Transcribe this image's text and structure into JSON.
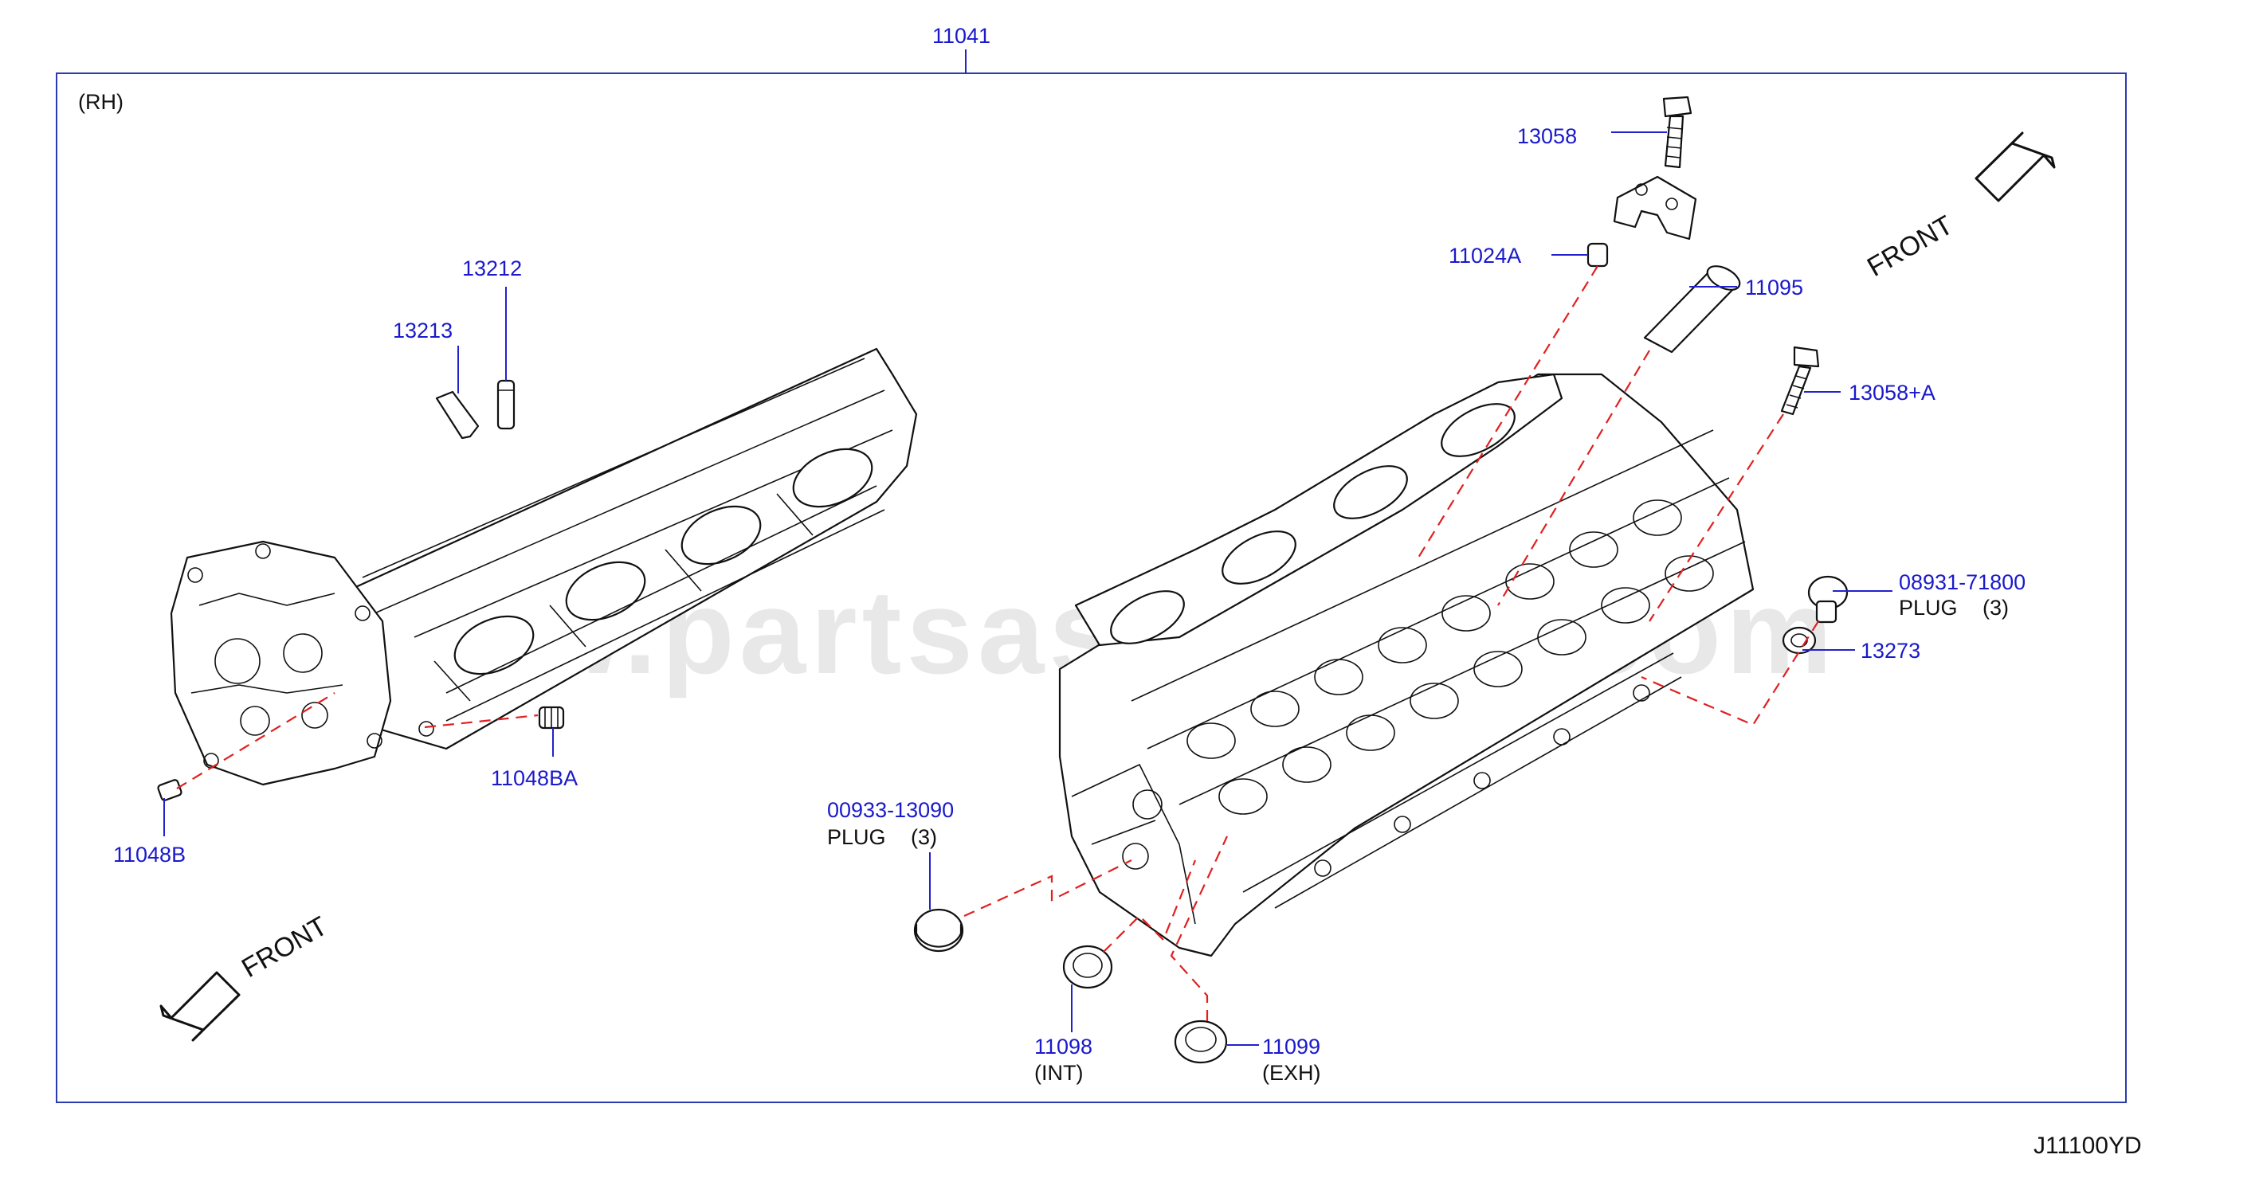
{
  "diagram": {
    "assembly_number": "11041",
    "side_label": "(RH)",
    "diagram_code": "J11100YD",
    "watermark": "www.partsassistant.com",
    "direction_labels": {
      "left": "FRONT",
      "right": "FRONT"
    },
    "callouts": {
      "p13058": "13058",
      "p11024A": "11024A",
      "p11095": "11095",
      "p13058A": "13058+A",
      "p08931": "08931-71800",
      "p08931_name": "PLUG",
      "p08931_qty": "(3)",
      "p13273": "13273",
      "p13212": "13212",
      "p13213": "13213",
      "p11048BA": "11048BA",
      "p11048B": "11048B",
      "p00933": "00933-13090",
      "p00933_name": "PLUG",
      "p00933_qty": "(3)",
      "p11098": "11098",
      "p11098_note": "(INT)",
      "p11099": "11099",
      "p11099_note": "(EXH)"
    },
    "colors": {
      "callout": "#1a1acc",
      "phantom_line": "#e02020",
      "outline": "#111111",
      "frame": "#2a3cb0"
    }
  }
}
